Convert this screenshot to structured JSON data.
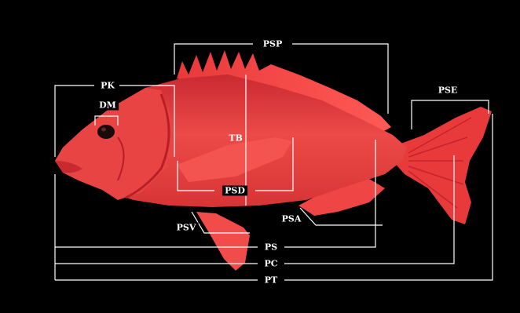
{
  "colors": {
    "background": "#000000",
    "fish_body": "#e23b3b",
    "fish_dark": "#b81e25",
    "fin": "#f24b4b",
    "line": "#ffffff"
  },
  "labels": {
    "psp": "PSP",
    "pk": "PK",
    "dm": "DM",
    "pse": "PSE",
    "tb": "TB",
    "psd": "PSD",
    "psa": "PSA",
    "psv": "PSV",
    "ps": "PS",
    "pc": "PC",
    "pt": "PT"
  }
}
